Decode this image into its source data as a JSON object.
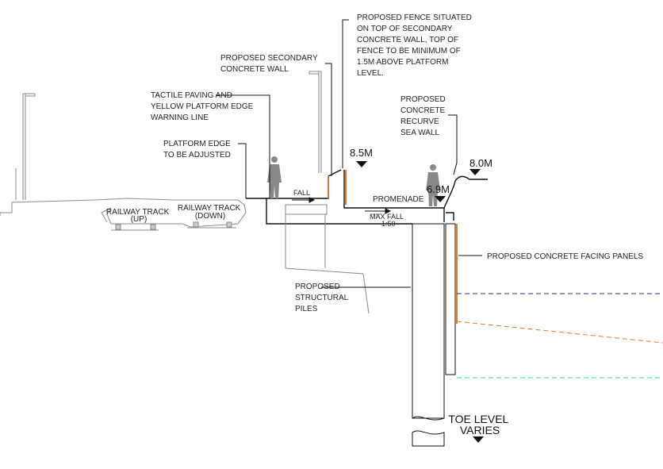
{
  "labels": {
    "fence": [
      "PROPOSED FENCE SITUATED",
      "ON TOP OF SECONDARY",
      "CONCRETE WALL, TOP OF",
      "FENCE TO BE MINIMUM OF",
      "1.5M ABOVE PLATFORM",
      "LEVEL."
    ],
    "secondary_wall": [
      "PROPOSED SECONDARY",
      "CONCRETE WALL"
    ],
    "tactile": [
      "TACTILE PAVING AND",
      "YELLOW PLATFORM EDGE",
      "WARNING LINE"
    ],
    "platform_edge": [
      "PLATFORM EDGE",
      "TO BE ADJUSTED"
    ],
    "recurve": [
      "PROPOSED",
      "CONCRETE",
      "RECURVE",
      "SEA WALL"
    ],
    "facing_panels": "PROPOSED CONCRETE FACING PANELS",
    "piles": [
      "PROPOSED",
      "STRUCTURAL",
      "PILES"
    ],
    "track_up": [
      "RAILWAY TRACK",
      "(UP)"
    ],
    "track_down": [
      "RAILWAY TRACK",
      "(DOWN)"
    ],
    "fall": "FALL",
    "promenade": "PROMENADE",
    "max_fall": "MAX FALL",
    "max_fall_ratio": "1:50",
    "toe_level": [
      "TOE LEVEL",
      "VARIES"
    ]
  },
  "levels": {
    "fence_top": "8.5M",
    "recurve_top": "8.0M",
    "promenade": "6.9M"
  },
  "colors": {
    "line": "#111111",
    "grey": "#8a8a8a",
    "orange": "#e87722",
    "navy": "#1f2a7a",
    "cyan": "#3cc8c8",
    "figure": "#888888"
  },
  "icons": [
    "person-icon",
    "lamp-post-icon",
    "level-marker-icon"
  ]
}
